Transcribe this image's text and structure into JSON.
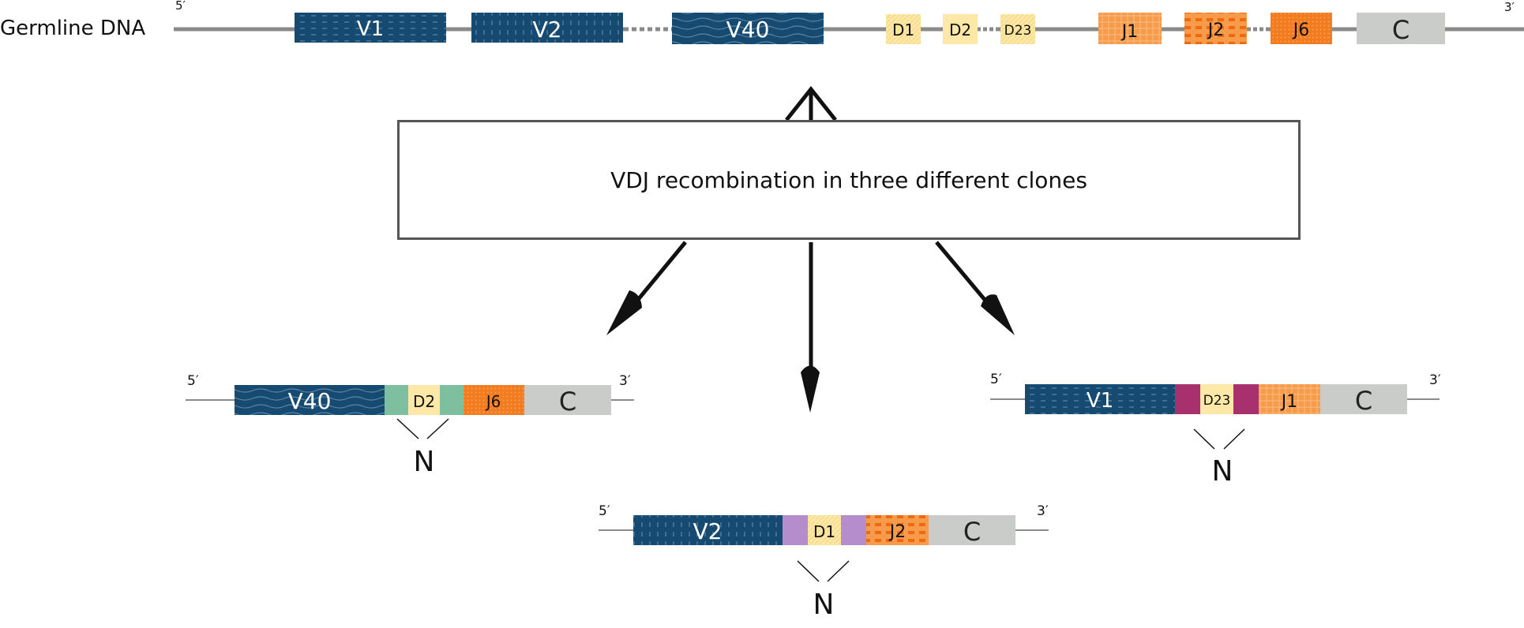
{
  "germline": {
    "label": "Germline DNA",
    "five_prime": "5′",
    "three_prime": "3′",
    "segments": [
      {
        "label": "V1",
        "type": "V"
      },
      {
        "label": "V2",
        "type": "V"
      },
      {
        "label": "V40",
        "type": "V"
      },
      {
        "label": "D1",
        "type": "D"
      },
      {
        "label": "D2",
        "type": "D"
      },
      {
        "label": "D23",
        "type": "D"
      },
      {
        "label": "J1",
        "type": "J"
      },
      {
        "label": "J2",
        "type": "J"
      },
      {
        "label": "J6",
        "type": "J"
      },
      {
        "label": "C",
        "type": "C"
      }
    ]
  },
  "caption": "VDJ recombination in three different clones",
  "clones": [
    {
      "five_prime": "5′",
      "three_prime": "3′",
      "v": "V40",
      "d": "D2",
      "j": "J6",
      "c": "C",
      "n_label": "N",
      "n_color": "#7dbf9e"
    },
    {
      "five_prime": "5′",
      "three_prime": "3′",
      "v": "V2",
      "d": "D1",
      "j": "J2",
      "c": "C",
      "n_label": "N",
      "n_color": "#b58dcc"
    },
    {
      "five_prime": "5′",
      "three_prime": "3′",
      "v": "V1",
      "d": "D23",
      "j": "J1",
      "c": "C",
      "n_label": "N",
      "n_color": "#a8306e"
    }
  ],
  "colors": {
    "v_segment": "#174a70",
    "d_segment": "#fde8a8",
    "j_segment": "#f47c20",
    "c_segment": "#c9ccc8",
    "line": "#8a8a8a"
  }
}
